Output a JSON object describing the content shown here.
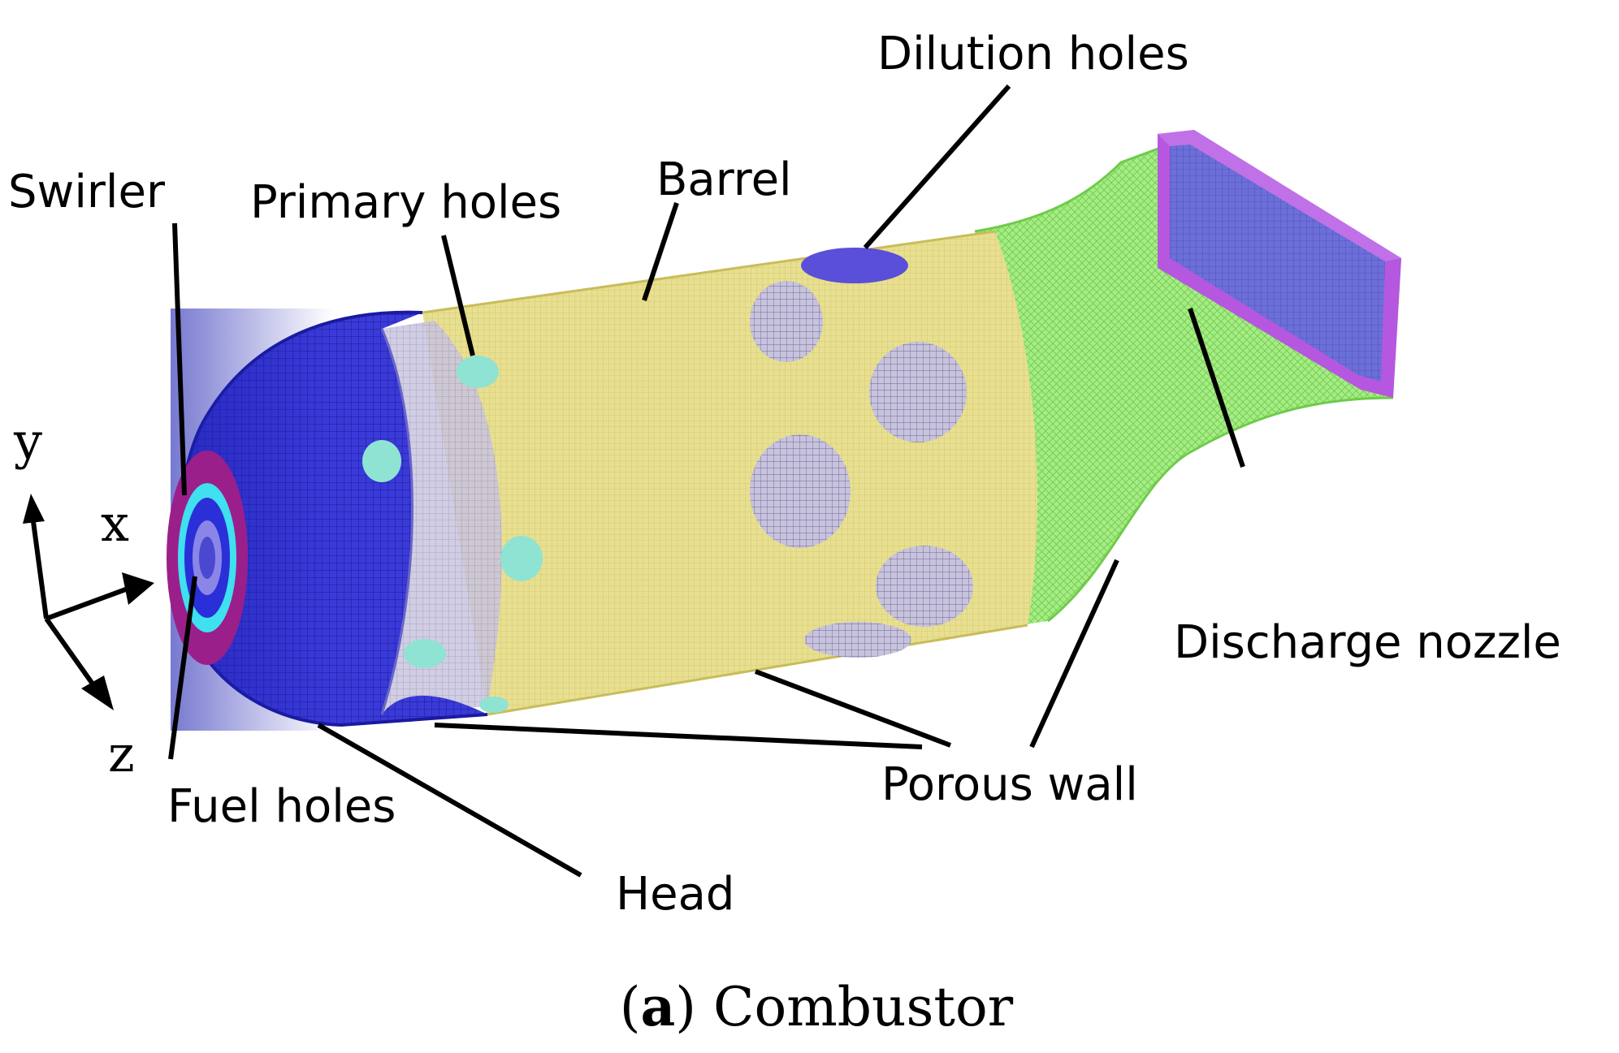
{
  "labels": {
    "swirler": "Swirler",
    "primary_holes": "Primary holes",
    "barrel": "Barrel",
    "dilution_holes": "Dilution holes",
    "discharge_nozzle": "Discharge nozzle",
    "porous_wall": "Porous wall",
    "fuel_holes": "Fuel holes",
    "head": "Head"
  },
  "axes": {
    "x": "x",
    "y": "y",
    "z": "z"
  },
  "caption": {
    "letter": "a",
    "text": "Combustor"
  },
  "colors": {
    "head": "#2d2fd0",
    "barrel": "#e6de8c",
    "nozzle": "#8ee36a",
    "outlet": "#a74bd6",
    "swirler_ring": "#9b1f8a",
    "swirler_inner": "#3fe0f0",
    "primary_hole": "#8fe3d2",
    "dilution_hole_top": "#5a4fd8",
    "dilution_hole": "#b9b3cf"
  }
}
